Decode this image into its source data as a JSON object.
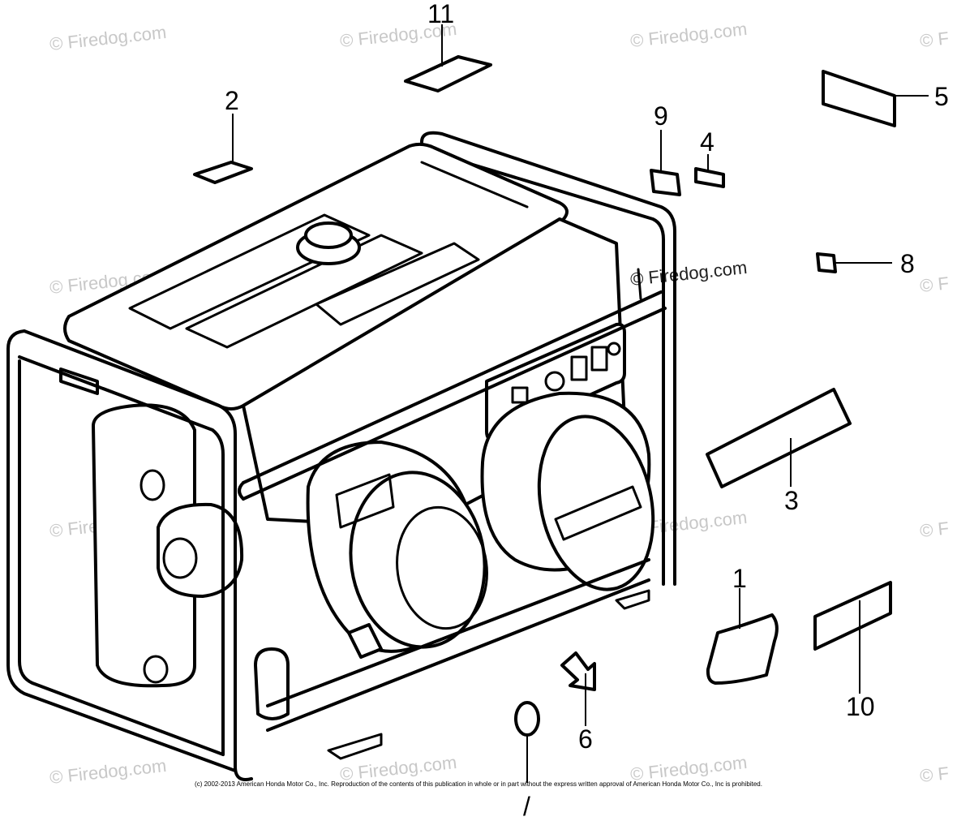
{
  "watermark": {
    "text": "© Firedog.com",
    "dark_text": "© Firedog.com",
    "partial": "© F"
  },
  "callouts": {
    "part_1": "1",
    "part_2": "2",
    "part_3": "3",
    "part_4": "4",
    "part_5": "5",
    "part_6": "6",
    "part_7": "/",
    "part_8": "8",
    "part_9": "9",
    "part_10": "10",
    "part_11": "11"
  },
  "footer": {
    "copyright": "(c) 2002-2013 American Honda Motor Co., Inc. Reproduction of the contents of this publication in whole or in part without the express written approval of American Honda Motor Co., Inc is prohibited."
  }
}
